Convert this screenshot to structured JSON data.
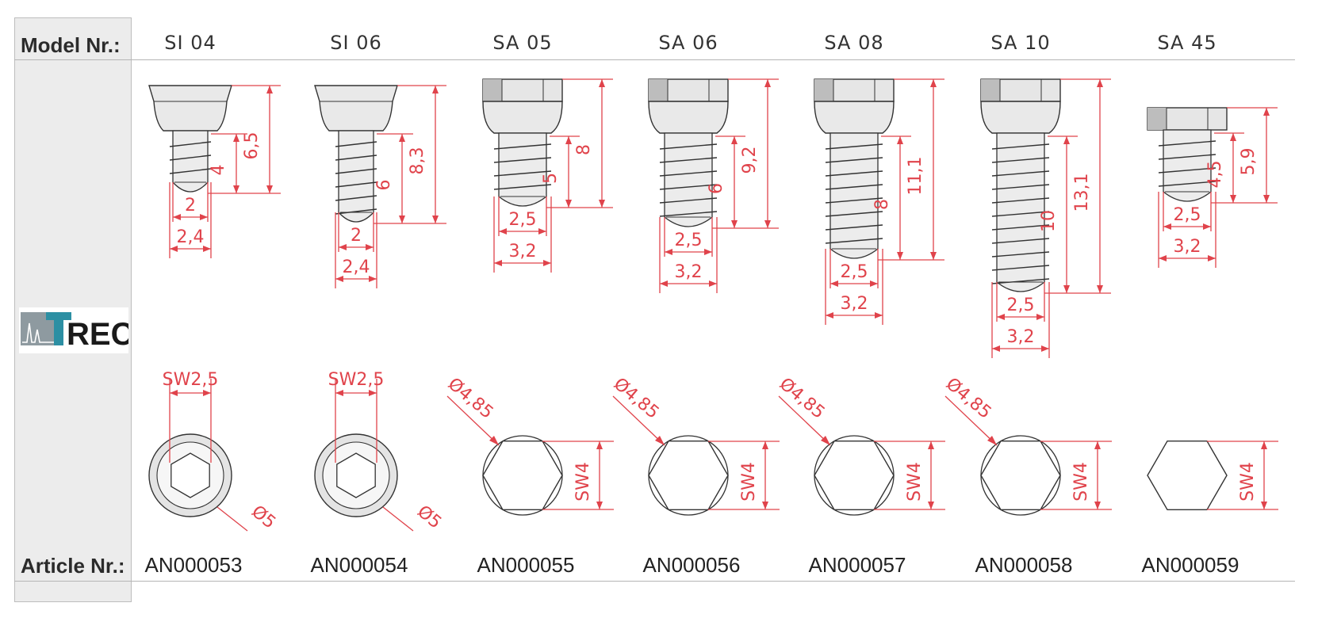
{
  "labels": {
    "model_nr": "Model Nr.:",
    "article_nr": "Article Nr.:"
  },
  "logo": {
    "text": "REC",
    "mark_color": "#2c8fa3"
  },
  "colors": {
    "dimension": "#e0434b",
    "outline": "#333333",
    "panel": "#ececec"
  },
  "screws": [
    {
      "model": "SI 04",
      "article": "AN000053",
      "head": "countersunk",
      "dims": {
        "thread_len": "4",
        "total_len": "6,5",
        "core": "2",
        "outer": "2,4",
        "top_a": "SW2,5",
        "top_b": "Ø5"
      }
    },
    {
      "model": "SI 06",
      "article": "AN000054",
      "head": "countersunk",
      "dims": {
        "thread_len": "6",
        "total_len": "8,3",
        "core": "2",
        "outer": "2,4",
        "top_a": "SW2,5",
        "top_b": "Ø5"
      }
    },
    {
      "model": "SA 05",
      "article": "AN000055",
      "head": "hex",
      "dims": {
        "thread_len": "5",
        "total_len": "8",
        "core": "2,5",
        "outer": "3,2",
        "top_a": "Ø4,85",
        "top_b": "SW4"
      }
    },
    {
      "model": "SA 06",
      "article": "AN000056",
      "head": "hex",
      "dims": {
        "thread_len": "6",
        "total_len": "9,2",
        "core": "2,5",
        "outer": "3,2",
        "top_a": "Ø4,85",
        "top_b": "SW4"
      }
    },
    {
      "model": "SA 08",
      "article": "AN000057",
      "head": "hex",
      "dims": {
        "thread_len": "8",
        "total_len": "11,1",
        "core": "2,5",
        "outer": "3,2",
        "top_a": "Ø4,85",
        "top_b": "SW4"
      }
    },
    {
      "model": "SA 10",
      "article": "AN000058",
      "head": "hex",
      "dims": {
        "thread_len": "10",
        "total_len": "13,1",
        "core": "2,5",
        "outer": "3,2",
        "top_a": "Ø4,85",
        "top_b": "SW4"
      }
    },
    {
      "model": "SA 45",
      "article": "AN000059",
      "head": "hex-small",
      "dims": {
        "thread_len": "4,5",
        "total_len": "5,9",
        "core": "2,5",
        "outer": "3,2",
        "top_b": "SW4"
      }
    }
  ]
}
